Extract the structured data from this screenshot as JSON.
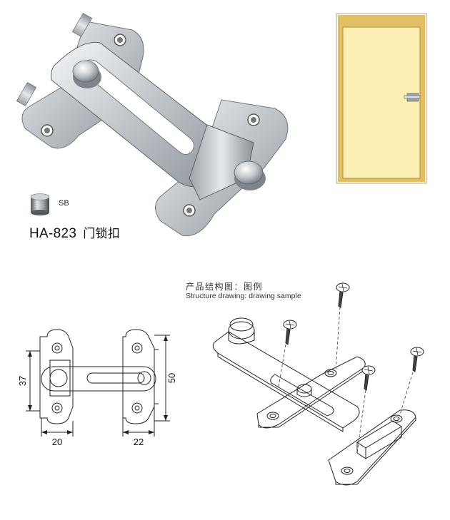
{
  "product": {
    "model": "HA-823",
    "name_cn": "门锁扣",
    "finish_code": "SB"
  },
  "drawing": {
    "title_cn": "产品结构图：图例",
    "title_en": "Structure drawing: drawing sample",
    "dimensions": {
      "height_plate": "37",
      "height_total": "50",
      "left_plate_width": "20",
      "right_plate_width": "22"
    }
  },
  "colors": {
    "door_panel": "#fbefb3",
    "door_frame": "#e3bf63",
    "metal": "#c9ced3"
  }
}
